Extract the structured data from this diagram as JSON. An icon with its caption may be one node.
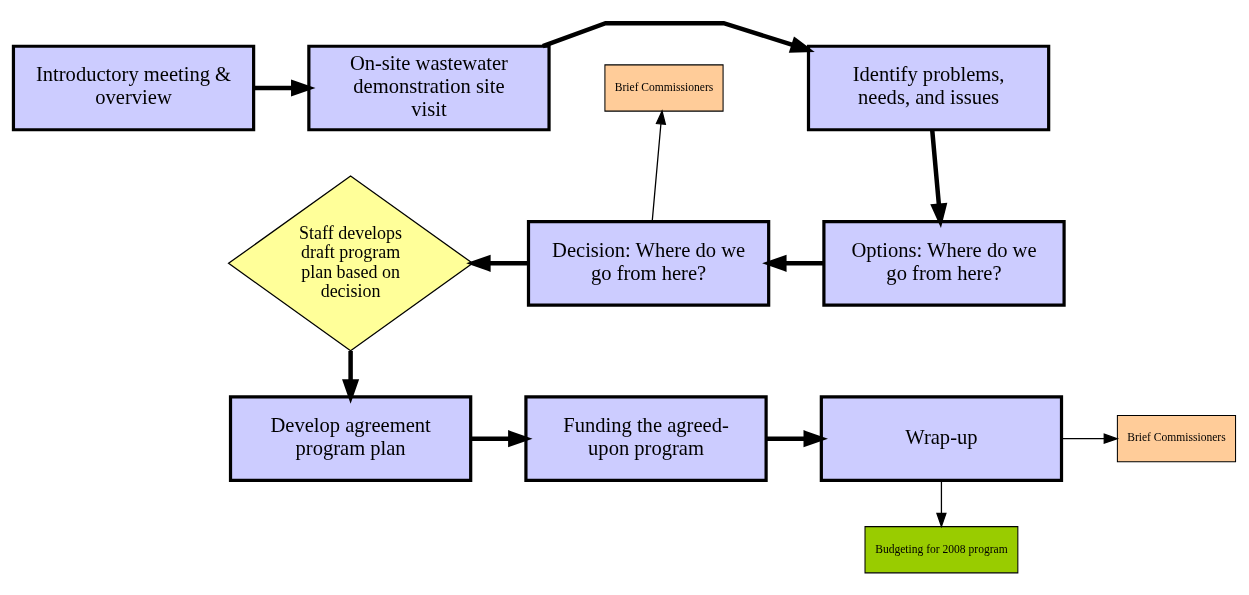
{
  "diagram": {
    "nodes": [
      {
        "text": [
          "Introductory meeting & overview"
        ]
      },
      {
        "text": [
          "On-site wastewater demonstration site visit"
        ]
      },
      {
        "text": [
          "Identify problems, needs, and issues"
        ]
      },
      {
        "text": [
          "Brief Commissioners"
        ]
      },
      {
        "text": [
          "Staff develops draft program plan based on decision"
        ]
      },
      {
        "text": [
          "Decision: Where do we go from here?"
        ]
      },
      {
        "text": [
          "Options: Where do we go from here?"
        ]
      },
      {
        "text": [
          "Develop agreement program plan"
        ]
      },
      {
        "text": [
          "Funding the agreed-upon program"
        ]
      },
      {
        "text": [
          "Wrap-up"
        ]
      },
      {
        "text": [
          "Brief Commissioners"
        ]
      },
      {
        "text": [
          "Budgeting for 2008 program"
        ]
      }
    ],
    "edges": [
      {
        "from": 0,
        "to": 1,
        "arrow": "to"
      },
      {
        "from": 1,
        "to": 2,
        "arrow": "to"
      },
      {
        "from": 2,
        "to": 6,
        "arrow": "to"
      },
      {
        "from": 6,
        "to": 5,
        "arrow": "to"
      },
      {
        "from": 5,
        "to": 4,
        "arrow": "to"
      },
      {
        "from": 5,
        "to": 3,
        "arrow": "to"
      },
      {
        "from": 4,
        "to": 7,
        "arrow": "to"
      },
      {
        "from": 7,
        "to": 8,
        "arrow": "to"
      },
      {
        "from": 8,
        "to": 9,
        "arrow": "to"
      },
      {
        "from": 9,
        "to": 10,
        "arrow": "to"
      },
      {
        "from": 9,
        "to": 11,
        "arrow": "to"
      }
    ]
  }
}
